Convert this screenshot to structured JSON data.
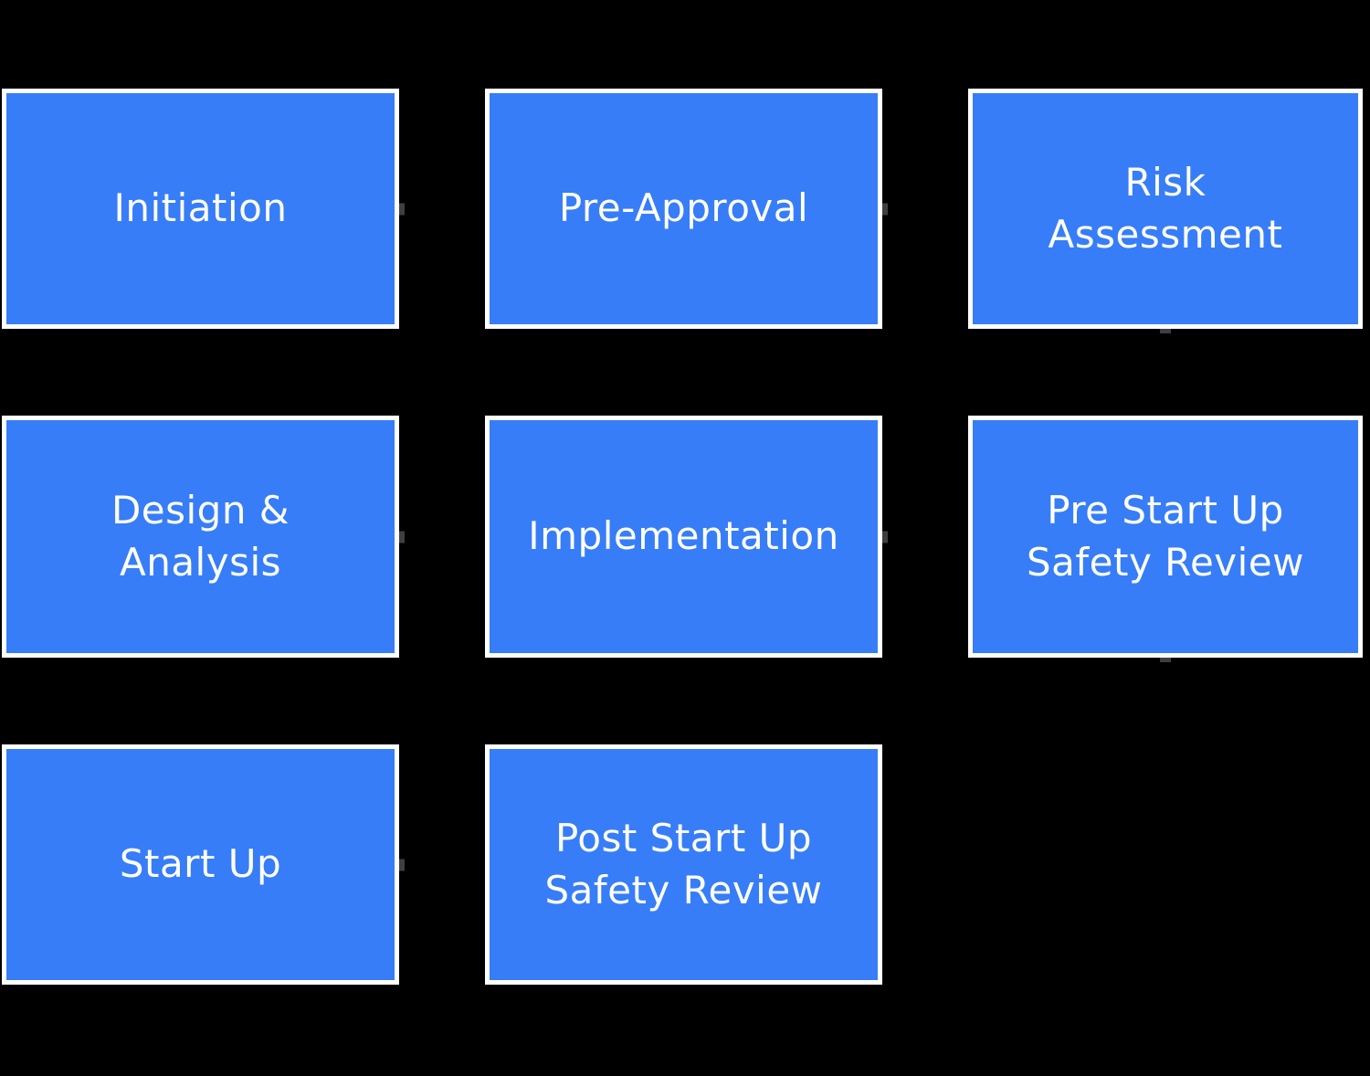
{
  "diagram": {
    "type": "flowchart",
    "background_color": "#000000",
    "box_fill_color": "#377DF7",
    "box_border_color": "#FFFFFF",
    "text_color": "#FFFFFF",
    "connector_stub_color": "#3F3F3F",
    "boxes": [
      {
        "label": "Initiation",
        "connector": "right"
      },
      {
        "label": "Pre-Approval",
        "connector": "right"
      },
      {
        "label": "Risk\nAssessment",
        "connector": "bottom"
      },
      {
        "label": "Design &\nAnalysis",
        "connector": "right"
      },
      {
        "label": "Implementation",
        "connector": "right"
      },
      {
        "label": "Pre Start Up\nSafety Review",
        "connector": "bottom"
      },
      {
        "label": "Start Up",
        "connector": "right"
      },
      {
        "label": "Post Start Up\nSafety Review",
        "connector": "none"
      }
    ]
  }
}
